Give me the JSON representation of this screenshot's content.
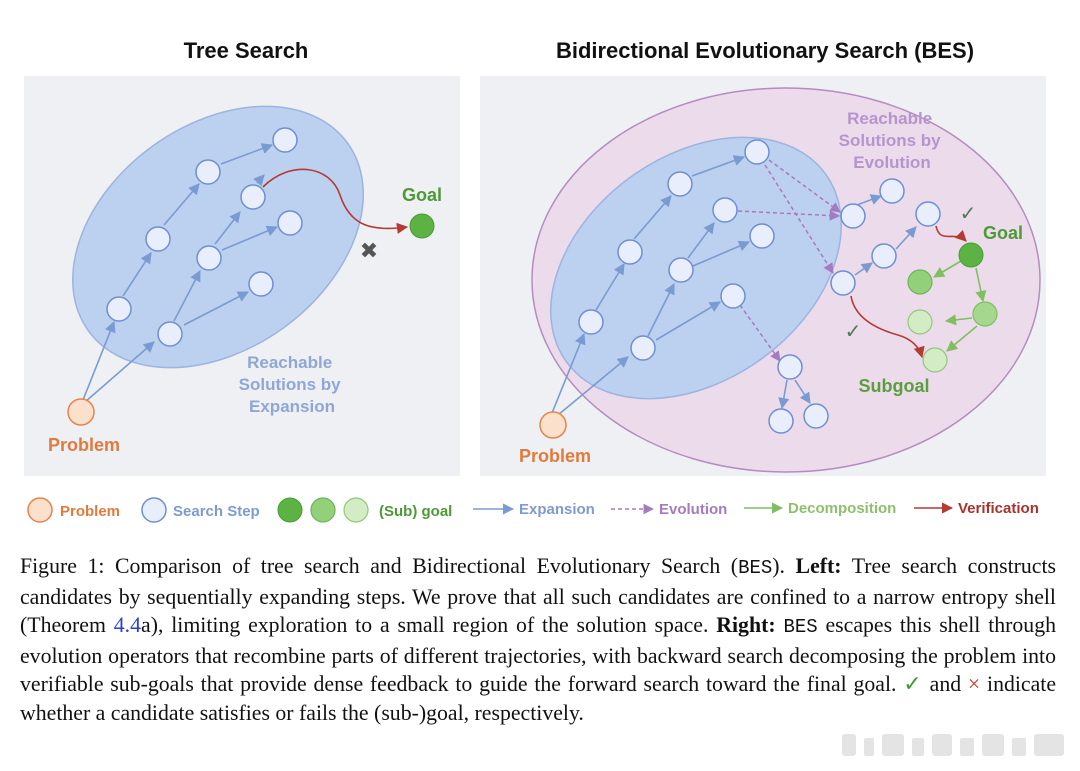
{
  "left_panel": {
    "title": "Tree Search",
    "region_label": [
      "Reachable",
      "Solutions by",
      "Expansion"
    ],
    "problem_label": "Problem",
    "goal_label": "Goal"
  },
  "right_panel": {
    "title": "Bidirectional Evolutionary Search (BES)",
    "region_label": [
      "Reachable",
      "Solutions by",
      "Evolution"
    ],
    "problem_label": "Problem",
    "goal_label": "Goal",
    "subgoal_label": "Subgoal"
  },
  "legend": {
    "problem": "Problem",
    "search_step": "Search Step",
    "subgoal": "(Sub) goal",
    "expansion": "Expansion",
    "evolution": "Evolution",
    "decomposition": "Decomposition",
    "verification": "Verification"
  },
  "caption": {
    "fig_label": "Figure 1:",
    "t1": " Comparison of tree search and Bidirectional Evolutionary Search (",
    "bes1": "BES",
    "t2": "). ",
    "left_bold": "Left:",
    "t3": " Tree search constructs candidates by sequentially expanding steps. We prove that all such candidates are confined to a narrow entropy shell (Theorem ",
    "ref": "4.4",
    "t4": "a), limiting exploration to a small region of the solution space. ",
    "right_bold": "Right:",
    "bes2": "BES",
    "t5": " escapes this shell through evolution operators that recombine parts of different trajectories, with backward search decomposing the problem into verifiable sub-goals that provide dense feedback to guide the forward search toward the final goal. ",
    "check": "✓",
    "t6": " and ",
    "cross": "×",
    "t7": " indicate whether a candidate satisfies or fails the (sub-)goal, respectively."
  },
  "colors": {
    "expansion": "#7a9bd1",
    "evolution": "#a57bc0",
    "decomposition": "#7fbf5f",
    "verification": "#b53a32",
    "problem": "#e8834a",
    "goal": "#5cb343",
    "node_fill": "#e8eefb",
    "node_stroke": "#6f8fcf"
  }
}
